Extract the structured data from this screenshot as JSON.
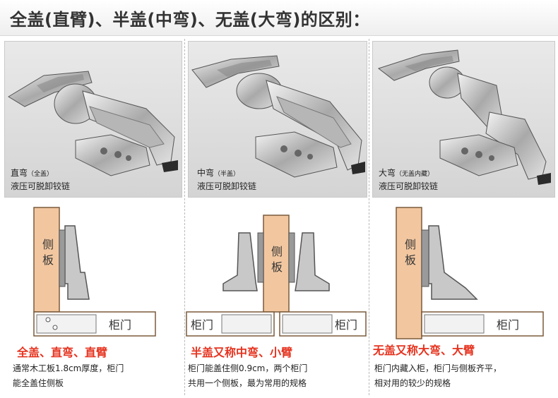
{
  "title": "全盖(直臂)、半盖(中弯)、无盖(大弯)的区别：",
  "columns": [
    {
      "photo_label_line1": "直弯",
      "photo_label_tag": "（全盖）",
      "photo_label_line2": "液压可脱卸铰链",
      "side_panel": "侧板",
      "door": "柜门",
      "type_title": "全盖、直弯、直臂",
      "desc_line1": "通常木工板1.8cm厚度，柜门",
      "desc_line2": "能全盖住侧板"
    },
    {
      "photo_label_line1": "中弯",
      "photo_label_tag": "（半盖）",
      "photo_label_line2": "液压可脱卸铰链",
      "side_panel": "侧板",
      "door_left": "柜门",
      "door_right": "柜门",
      "type_title": "半盖又称中弯、小臂",
      "desc_line1": "柜门能盖住侧0.9cm，两个柜门",
      "desc_line2": "共用一个侧板，最为常用的规格"
    },
    {
      "photo_label_line1": "大弯",
      "photo_label_tag": "（无盖内藏）",
      "photo_label_line2": "液压可脱卸铰链",
      "side_panel": "侧板",
      "door": "柜门",
      "type_title": "无盖又称大弯、大臂",
      "desc_line1": "柜门内藏入柜，柜门与侧板齐平，",
      "desc_line2": "相对用的较少的规格"
    }
  ],
  "colors": {
    "accent_red": "#e6321e",
    "wood": "#f2c7a0",
    "wood_edge": "#7a5a3a",
    "hinge_gray": "#c8c8c8",
    "hinge_edge": "#555555"
  }
}
